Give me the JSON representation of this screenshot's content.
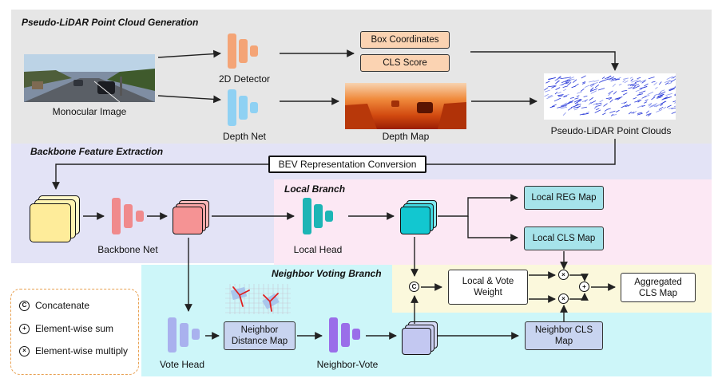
{
  "sections": {
    "pseudo_lidar": "Pseudo-LiDAR Point Cloud Generation",
    "backbone": "Backbone Feature Extraction",
    "local_branch": "Local Branch",
    "neighbor_branch": "Neighbor Voting Branch"
  },
  "labels": {
    "monocular_image": "Monocular Image",
    "detector_2d": "2D Detector",
    "depth_net": "Depth Net",
    "depth_map": "Depth Map",
    "point_clouds": "Pseudo-LiDAR Point Clouds",
    "backbone_net": "Backbone Net",
    "local_head": "Local Head",
    "vote_head": "Vote Head",
    "neighbor_vote": "Neighbor-Vote"
  },
  "boxes": {
    "box_coordinates": "Box Coordinates",
    "cls_score": "CLS Score",
    "bev_conversion": "BEV Representation Conversion",
    "local_reg_map": "Local REG Map",
    "local_cls_map": "Local CLS Map",
    "weight_line1": "Local & Vote",
    "weight_line2": "Weight",
    "aggregated_line1": "Aggregated",
    "aggregated_line2": "CLS Map",
    "neighbor_distance_line1": "Neighbor",
    "neighbor_distance_line2": "Distance Map",
    "neighbor_cls_line1": "Neighbor CLS",
    "neighbor_cls_line2": "Map"
  },
  "operators": {
    "concat": "C",
    "sum": "+",
    "multiply": "×"
  },
  "legend": [
    {
      "symbol": "C",
      "label": "Concatenate"
    },
    {
      "symbol": "+",
      "label": "Element-wise sum"
    },
    {
      "symbol": "×",
      "label": "Element-wise multiply"
    }
  ],
  "colors": {
    "region_pseudo": "#e6e6e6",
    "region_backbone": "#e3e3f6",
    "region_local": "#fce8f4",
    "region_neighbor": "#cdf6f9",
    "region_fusion": "#fbf8dc",
    "box_orange": "#fbd3b2",
    "box_cyan": "#a6e3ea",
    "box_lavender": "#c8d4f0",
    "detector": "#f4a476",
    "depth_net": "#8fd1f3",
    "backbone_net": "#f08a8c",
    "local_head": "#1cb5b5",
    "vote_head": "#a9b1ee",
    "neighbor_vote": "#9a6ee9",
    "legend_border": "#e8a050"
  }
}
